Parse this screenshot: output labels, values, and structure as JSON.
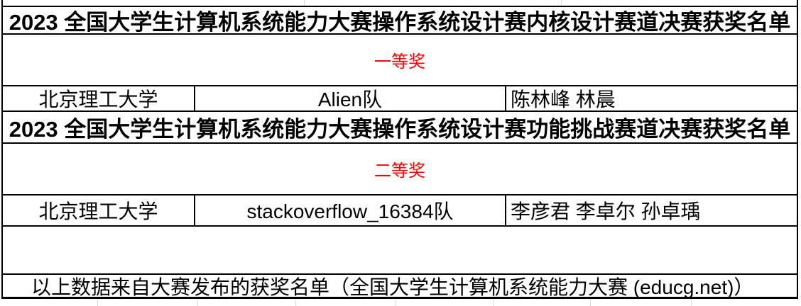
{
  "document": {
    "kernel_track": {
      "header": "2023 全国大学生计算机系统能力大赛操作系统设计赛内核设计赛道决赛获奖名单",
      "award_tier": "一等奖",
      "winner": {
        "school": "北京理工大学",
        "team": "Alien队",
        "members": "陈林峰 林晨"
      }
    },
    "functional_track": {
      "header": "2023 全国大学生计算机系统能力大赛操作系统设计赛功能挑战赛道决赛获奖名单",
      "award_tier": "二等奖",
      "winner": {
        "school": "北京理工大学",
        "team": "stackoverflow_16384队",
        "members": "李彦君 李卓尔 孙卓瑀"
      }
    },
    "source_note": "以上数据来自大赛发布的获奖名单（全国大学生计算机系统能力大赛 (educg.net)）"
  },
  "colors": {
    "award_text": "#ff0000",
    "table_border": "#000000",
    "gridline": "#d9d9d9",
    "background": "#ffffff"
  }
}
